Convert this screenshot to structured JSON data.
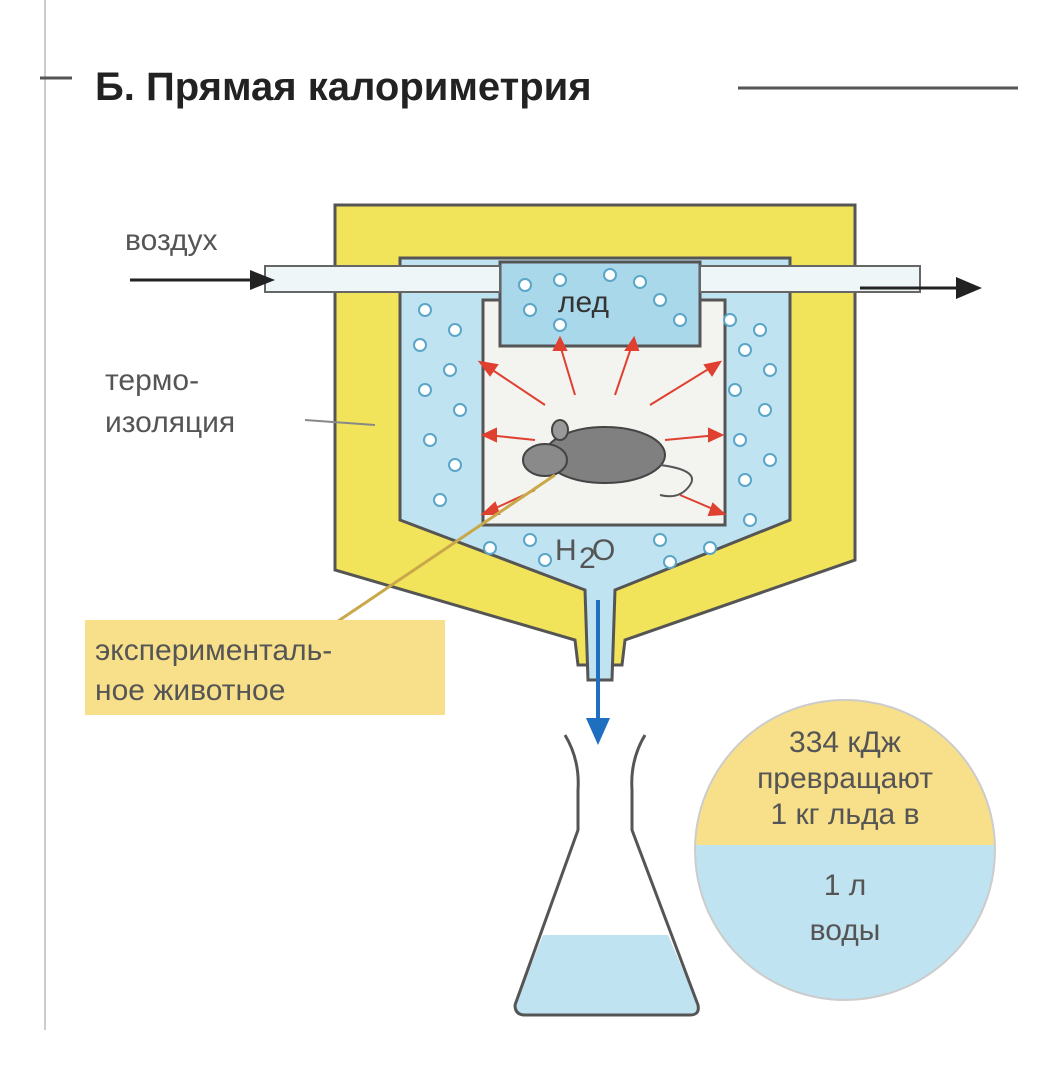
{
  "title": "Б. Прямая калориметрия",
  "labels": {
    "air": "воздух",
    "insulation_line1": "термо-",
    "insulation_line2": "изоляция",
    "ice": "лед",
    "water_formula": "H",
    "water_sub": "2",
    "water_o": "O",
    "animal_line1": "эксперименталь-",
    "animal_line2": "ное животное"
  },
  "info_circle": {
    "top_line1": "334 кДж",
    "top_line2": "превращают",
    "top_line3": "1 кг льда в",
    "bottom_line1": "1 л",
    "bottom_line2": "воды"
  },
  "colors": {
    "insulation": "#f2e45a",
    "ice_water": "#bfe3f0",
    "label_bg": "#f8e08a",
    "arrow_heat": "#e04030",
    "arrow_flow": "#1e6fc0"
  }
}
